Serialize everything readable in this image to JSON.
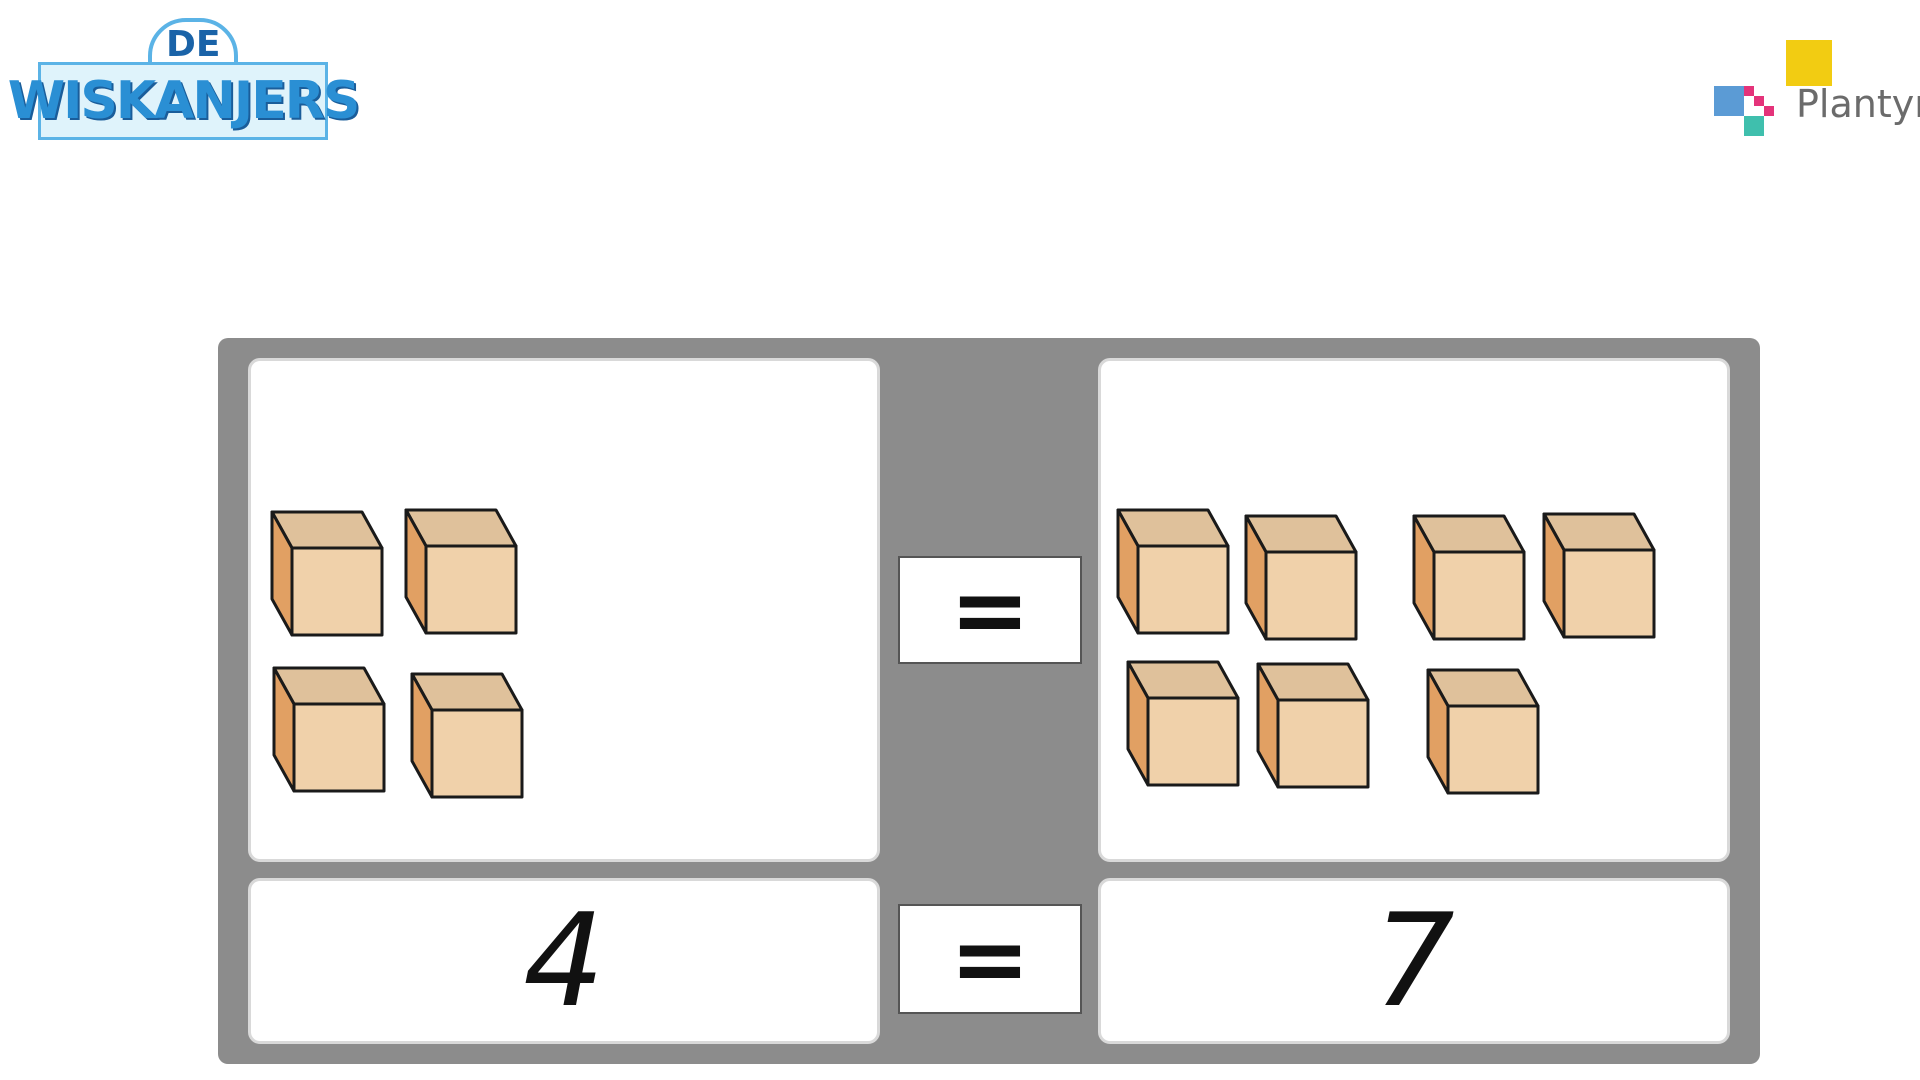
{
  "header": {
    "left_logo_top": "DE",
    "left_logo_main": "WISKANJERS",
    "right_logo_name": "Plantyn"
  },
  "exercise": {
    "left_count": 4,
    "right_count": 7,
    "upper_symbol": "=",
    "lower_symbol": "=",
    "left_number": "4",
    "right_number": "7"
  },
  "colors": {
    "board": "#8c8c8c",
    "cube_front": "#f0d1aa",
    "cube_top": "#dfc19b",
    "cube_side": "#e1a063",
    "cube_outline": "#1a1a1a"
  }
}
